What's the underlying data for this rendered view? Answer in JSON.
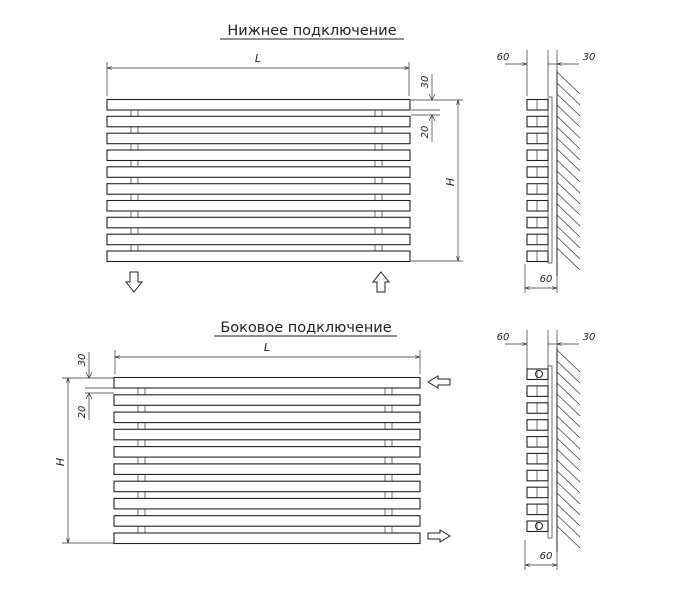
{
  "drawing_top": {
    "title": "Нижнее подключение",
    "dim_length": "L",
    "dim_height": "H",
    "dim_top_gap": "30",
    "dim_pitch": "20",
    "side_view": {
      "dim_left": "60",
      "dim_right": "30",
      "dim_bottom": "60"
    },
    "connection_arrows": [
      "down-arrow-icon",
      "up-arrow-icon"
    ]
  },
  "drawing_bottom": {
    "title": "Боковое подключение",
    "dim_length": "L",
    "dim_height": "H",
    "dim_top_gap": "30",
    "dim_pitch": "20",
    "side_view": {
      "dim_left": "60",
      "dim_right": "30",
      "dim_bottom": "60"
    },
    "connection_arrows": [
      "left-arrow-icon",
      "right-arrow-icon"
    ]
  },
  "tube_count": 10
}
